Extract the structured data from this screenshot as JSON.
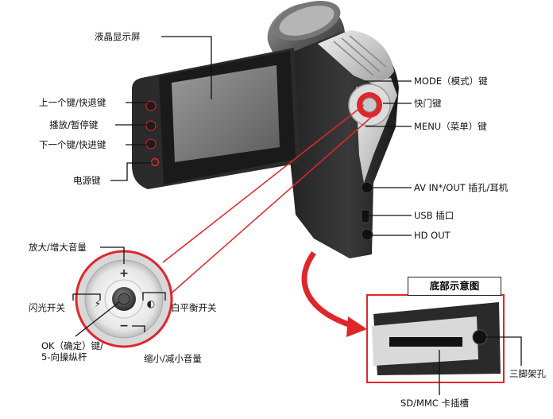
{
  "labels": {
    "lcd": "液晶显示屏",
    "prev": "上一个键/快退键",
    "play": "播放/暂停键",
    "next": "下一个键/快进键",
    "power": "电源键",
    "mode": "MODE（模式）键",
    "shutter": "快门键",
    "menu": "MENU（菜单）键",
    "av": "AV IN*/OUT 插孔/耳机",
    "usb": "USB 插口",
    "hdout": "HD OUT",
    "zoom_in": "放大/增大音量",
    "flash": "闪光开关",
    "wb": "白平衡开关",
    "ok_line1": "OK（确定）键/",
    "ok_line2": "5-向操纵杆",
    "zoom_out": "缩小/减小音量",
    "bottom_title": "底部示意图",
    "tripod": "三脚架孔",
    "sd": "SD/MMC 卡插槽"
  },
  "colors": {
    "accent": "#e0262b",
    "body_dark": "#2a2a2a",
    "silver": "#cfcfcf"
  }
}
